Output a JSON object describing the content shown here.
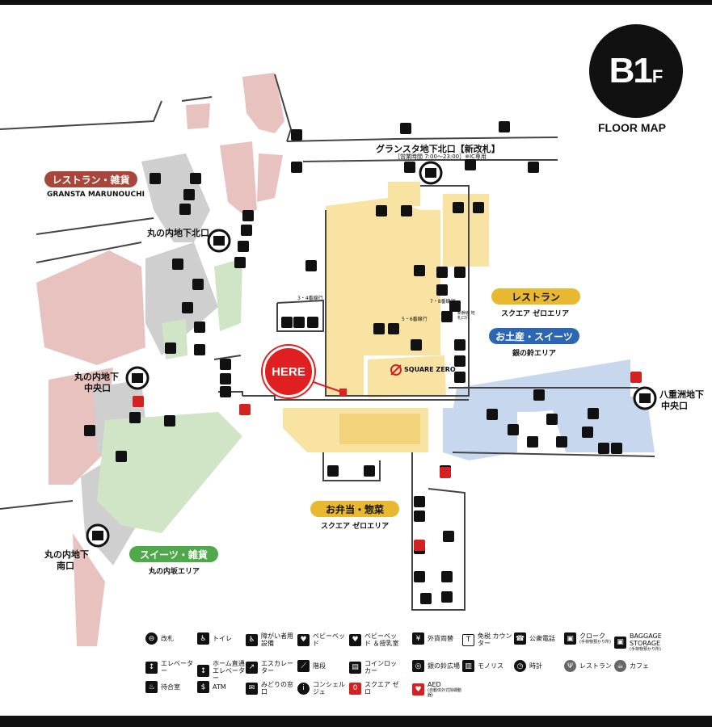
{
  "floor": {
    "level_main": "B1",
    "level_suffix": "F",
    "caption": "FLOOR MAP"
  },
  "here_label": "HERE",
  "zones": [
    {
      "id": "restaurant-zakka",
      "name": "レストラン・雑貨",
      "sub": "GRANSTA MARUNOUCHI",
      "color": "#a9463c"
    },
    {
      "id": "restaurant",
      "name": "レストラン",
      "sub": "スクエア ゼロエリア",
      "color": "#e8b830"
    },
    {
      "id": "souvenir",
      "name": "お土産・スイーツ",
      "sub": "銀の鈴エリア",
      "color": "#2d66b3"
    },
    {
      "id": "bento",
      "name": "お弁当・惣菜",
      "sub": "スクエア ゼロエリア",
      "color": "#e8b830"
    },
    {
      "id": "sweets",
      "name": "スイーツ・雑貨",
      "sub": "丸の内坂エリア",
      "color": "#4fa84a"
    }
  ],
  "gates": {
    "north_new": "グランスタ地下北口【新改札】",
    "north_new_hours": "［営業時間 7:00～23:00］※IC専用",
    "maru_north": "丸の内地下北口",
    "maru_central_1": "丸の内地下",
    "maru_central_2": "中央口",
    "maru_south_1": "丸の内地下",
    "maru_south_2": "南口",
    "yaesu_central_1": "八重洲地下",
    "yaesu_central_2": "中央口"
  },
  "platforms": {
    "p34": "3・4番線行",
    "p56": "5・6番線行",
    "p78": "7・8番線行",
    "shinkansen": "新幹線 地札口行"
  },
  "square_zero": "SQUARE ZERO",
  "legend": [
    {
      "icon": "⊖",
      "label": "改札",
      "style": "round"
    },
    {
      "icon": "♿",
      "label": "トイレ",
      "style": ""
    },
    {
      "icon": "♿",
      "label": "障がい者用 設備",
      "style": ""
    },
    {
      "icon": "♥",
      "label": "ベビーベッド",
      "style": ""
    },
    {
      "icon": "♥",
      "label": "ベビーベッド ＆授乳室",
      "style": ""
    },
    {
      "icon": "¥",
      "label": "外貨両替",
      "style": ""
    },
    {
      "icon": "T",
      "label": "免税 カウンター",
      "style": "outline"
    },
    {
      "icon": "☎",
      "label": "公衆電話",
      "style": ""
    },
    {
      "icon": "▣",
      "label": "クローク",
      "style": ""
    },
    {
      "icon": "▣",
      "label": "BAGGAGE STORAGE",
      "style": ""
    },
    {
      "icon": "↕",
      "label": "エレベーター",
      "style": ""
    },
    {
      "icon": "↕",
      "label": "ホーム直通 エレベーター",
      "style": ""
    },
    {
      "icon": "↗",
      "label": "エスカレーター",
      "style": ""
    },
    {
      "icon": "⟋",
      "label": "階段",
      "style": ""
    },
    {
      "icon": "▤",
      "label": "コインロッカー",
      "style": ""
    },
    {
      "icon": "◎",
      "label": "銀の鈴広場",
      "style": ""
    },
    {
      "icon": "▥",
      "label": "モノリス",
      "style": ""
    },
    {
      "icon": "◷",
      "label": "時計",
      "style": "round"
    },
    {
      "icon": "Ψ",
      "label": "レストラン",
      "style": "round gray"
    },
    {
      "icon": "☕",
      "label": "カフェ",
      "style": "round gray"
    },
    {
      "icon": "♨",
      "label": "待合室",
      "style": ""
    },
    {
      "icon": "$",
      "label": "ATM",
      "style": ""
    },
    {
      "icon": "✉",
      "label": "みどりの窓口",
      "style": ""
    },
    {
      "icon": "i",
      "label": "コンシェルジュ",
      "style": "round"
    },
    {
      "icon": "0",
      "label": "スクエア ゼロ",
      "style": "red"
    },
    {
      "icon": "♥",
      "label": "AED",
      "style": "red"
    }
  ],
  "legend_notes": {
    "cloak": "(手荷物預かり所)",
    "baggage": "(手荷物預かり所)",
    "aed": "(自動体外式除細動器)"
  },
  "colors": {
    "yellow": "#f8e3a3",
    "yellow_dark": "#f2d27b",
    "blue": "#c7d8ee",
    "green": "#cfe5c6",
    "pink": "#e8c2bf",
    "gray": "#cfcfcf",
    "line": "#444444",
    "red": "#e02020"
  }
}
